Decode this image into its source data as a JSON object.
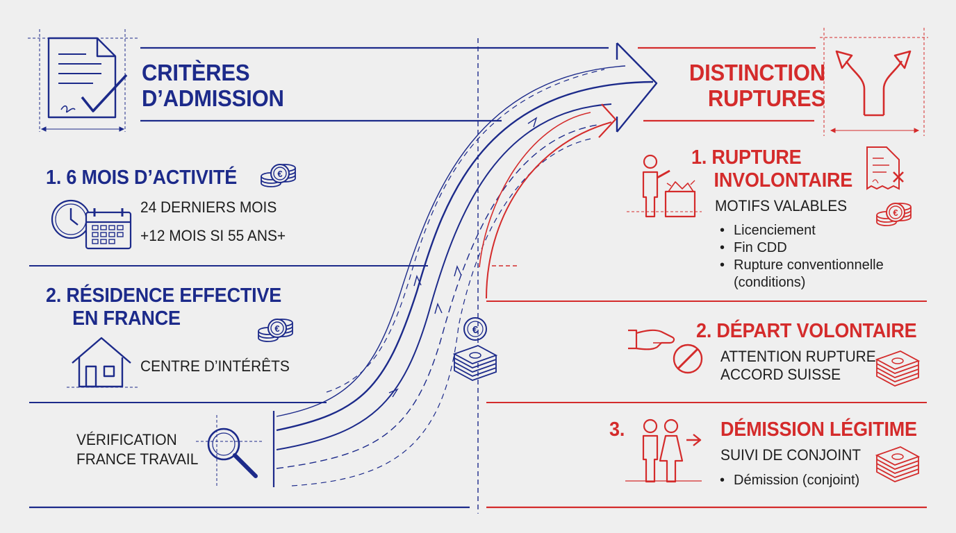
{
  "left": {
    "title": [
      "CRITÈRES",
      "D’ADMISSION"
    ],
    "criteria": [
      {
        "title": [
          "1. 6 MOIS D’ACTIVITÉ"
        ],
        "lines": [
          "24 DERNIERS MOIS",
          "+12 MOIS SI 55 ANS+"
        ]
      },
      {
        "title": [
          "2.  RÉSIDENCE EFFECTIVE",
          "EN FRANCE"
        ],
        "lines": [
          "CENTRE D’INTÉRÊTS"
        ]
      }
    ],
    "verification": [
      "VÉRIFICATION",
      "FRANCE TRAVAIL"
    ]
  },
  "right": {
    "title": [
      "DISTINCTION",
      "RUPTURES"
    ],
    "items": [
      {
        "title": [
          "1. RUPTURE",
          "INVOLONTAIRE"
        ],
        "subtitle": "MOTIFS VALABLES",
        "bullets": [
          "Licenciement",
          "Fin CDD",
          "Rupture conventionnelle",
          "(conditions)"
        ]
      },
      {
        "title": [
          "2. DÉPART VOLONTAIRE"
        ],
        "lines": [
          "ATTENTION RUPTURE",
          "ACCORD SUISSE"
        ]
      },
      {
        "number": "3.",
        "title": [
          "DÉMISSION LÉGITIME"
        ],
        "subtitle": "SUIVI DE CONJOINT",
        "bullets": [
          "Démission (conjoint)"
        ]
      }
    ]
  },
  "colors": {
    "blue": "#1c2a8a",
    "red": "#d42b2b",
    "ink": "#1d1d1d",
    "background": "#efefef"
  },
  "icons": [
    "document-check-icon",
    "fork-arrow-icon",
    "euro-coins-icon",
    "clock-icon",
    "calendar-icon",
    "house-icon",
    "magnifier-icon",
    "person-box-icon",
    "invoice-cancel-icon",
    "hand-icon",
    "prohibited-icon",
    "banknotes-icon",
    "couple-icon"
  ]
}
